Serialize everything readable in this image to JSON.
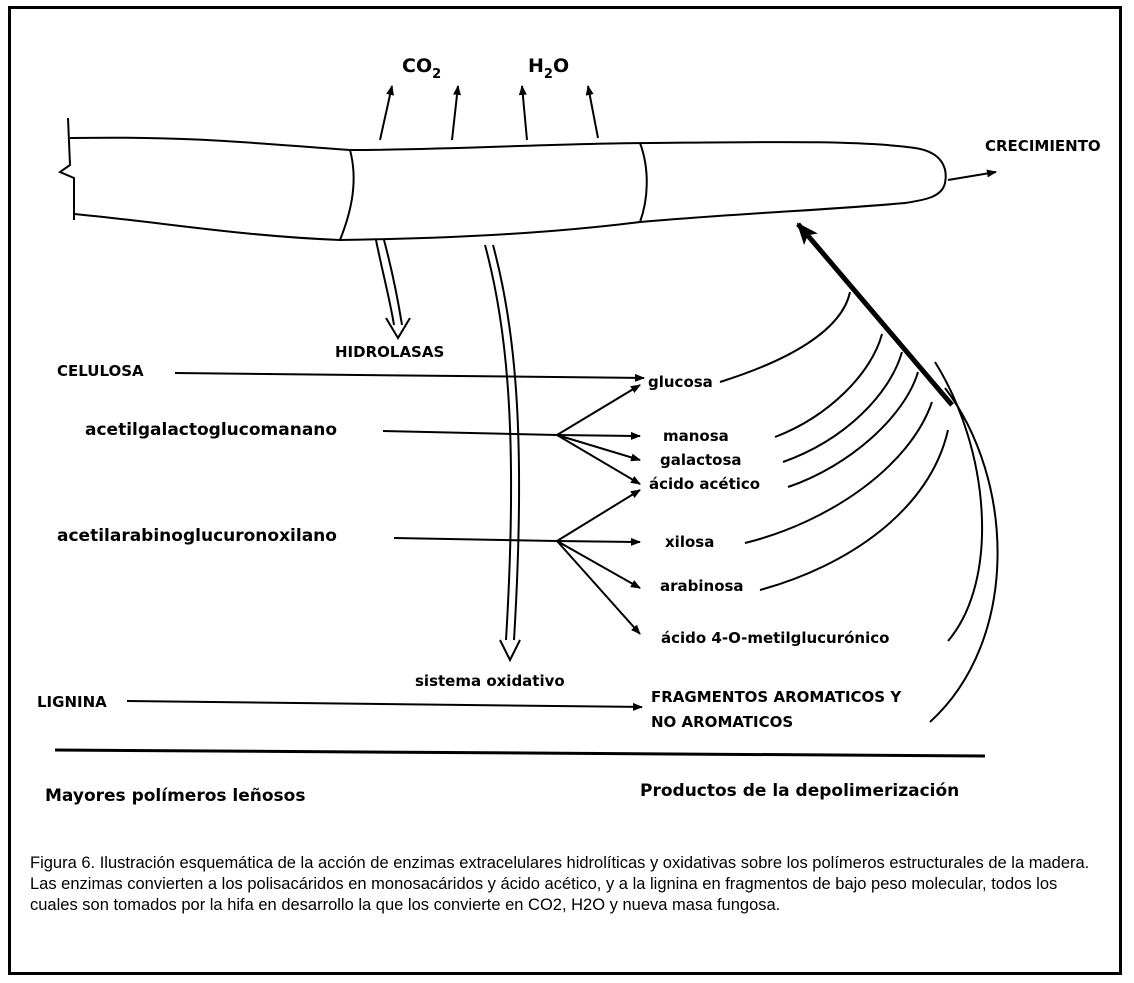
{
  "top": {
    "co2": "CO",
    "co2_sub": "2",
    "h2o_h": "H",
    "h2o_sub": "2",
    "h2o_o": "O"
  },
  "labels": {
    "crecimiento": "CRECIMIENTO",
    "hidrolasas": "HIDROLASAS",
    "sistema_oxidativo": "sistema oxidativo"
  },
  "polymers": {
    "celulosa": "CELULOSA",
    "acetilgalactoglucomanano": "acetilgalactoglucomanano",
    "acetilarabinoglucuronoxilano": "acetilarabinoglucuronoxilano",
    "lignina": "LIGNINA"
  },
  "products": {
    "glucosa": "glucosa",
    "manosa": "manosa",
    "galactosa": "galactosa",
    "acido_acetico": "ácido acético",
    "xilosa": "xilosa",
    "arabinosa": "arabinosa",
    "acido_metilglucuronico": "ácido 4-O-metilglucurónico",
    "fragmentos_1": "FRAGMENTOS AROMATICOS Y",
    "fragmentos_2": "NO AROMATICOS"
  },
  "footer": {
    "left": "Mayores polímeros leñosos",
    "right": "Productos de la depolimerización"
  },
  "caption": "Figura 6. Ilustración esquemática de la acción de enzimas extracelulares hidrolíticas y oxidativas sobre los polímeros estructurales de la madera. Las enzimas convierten a los polisacáridos en monosacáridos y ácido acético, y a la lignina en fragmentos de bajo peso molecular, todos los cuales son tomados por la hifa en desarrollo la que los convierte en CO2, H2O y nueva masa fungosa."
}
